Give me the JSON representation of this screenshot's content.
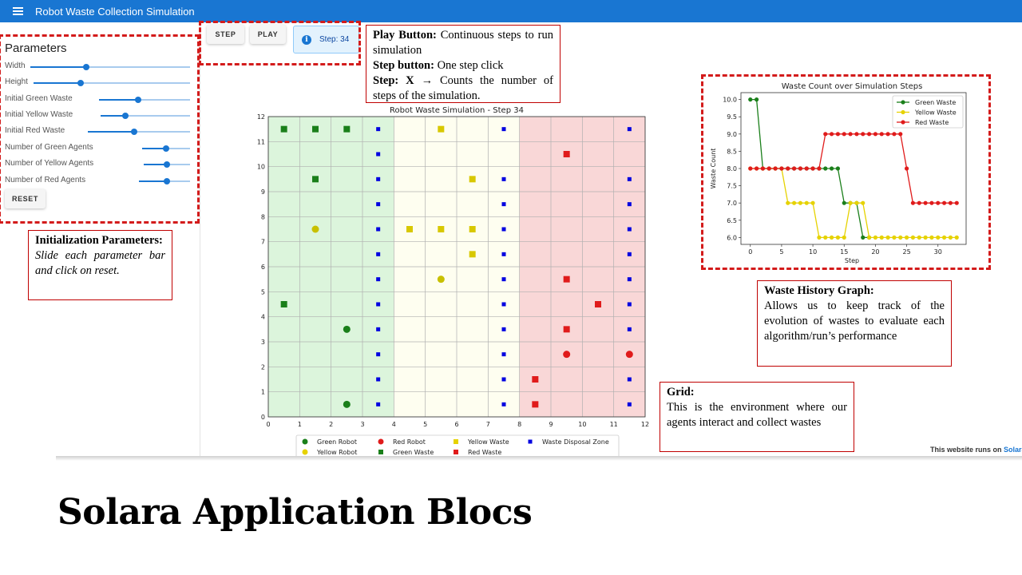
{
  "app": {
    "title": "Robot Waste Collection Simulation"
  },
  "parameters": {
    "title": "Parameters",
    "sliders": [
      {
        "label": "Width",
        "value": 0.35
      },
      {
        "label": "Height",
        "value": 0.3
      },
      {
        "label": "Initial Green Waste",
        "value": 0.43
      },
      {
        "label": "Initial Yellow Waste",
        "value": 0.28
      },
      {
        "label": "Initial Red Waste",
        "value": 0.45
      },
      {
        "label": "Number of Green Agents",
        "value": 0.5
      },
      {
        "label": "Number of Yellow Agents",
        "value": 0.5
      },
      {
        "label": "Number of Red Agents",
        "value": 0.55
      }
    ],
    "reset_label": "RESET"
  },
  "controls": {
    "step_label": "STEP",
    "play_label": "PLAY",
    "step_info": "Step: 34"
  },
  "notes": {
    "play": {
      "play_title": "Play Button:",
      "play_text": "Continuous steps to run simulation",
      "step_title": "Step button:",
      "step_text": "One step click",
      "counter_title": "Step: X",
      "counter_text": "→ Counts the number of steps of the simulation."
    },
    "init": {
      "title": "Initialization Parameters:",
      "text": "Slide each parameter bar and click on reset."
    },
    "history": {
      "title": "Waste History Graph:",
      "text": "Allows us to keep track of the evolution of wastes to evaluate each algorithm/run’s performance"
    },
    "grid": {
      "title": "Grid:",
      "text": "This is the environment where our agents interact and collect wastes"
    }
  },
  "grid_plot": {
    "title": "Robot Waste Simulation - Step 34",
    "xlim": [
      0,
      12
    ],
    "ylim": [
      0,
      12
    ],
    "ticks": [
      0,
      1,
      2,
      3,
      4,
      5,
      6,
      7,
      8,
      9,
      10,
      11,
      12
    ],
    "zones": [
      {
        "x0": 0,
        "x1": 4,
        "color": "#dcf5dc"
      },
      {
        "x0": 4,
        "x1": 8,
        "color": "#fefef0"
      },
      {
        "x0": 8,
        "x1": 12,
        "color": "#f9d7d7"
      }
    ],
    "legend": [
      "Green Robot",
      "Red Robot",
      "Yellow Waste",
      "Waste Disposal Zone",
      "Yellow Robot",
      "Green Waste",
      "Red Waste"
    ],
    "green_waste": [
      [
        0.5,
        11.5
      ],
      [
        1.5,
        11.5
      ],
      [
        2.5,
        11.5
      ],
      [
        1.5,
        9.5
      ],
      [
        0.5,
        4.5
      ]
    ],
    "yellow_waste": [
      [
        5.5,
        11.5
      ],
      [
        6.5,
        9.5
      ],
      [
        4.5,
        7.5
      ],
      [
        5.5,
        7.5
      ],
      [
        6.5,
        7.5
      ],
      [
        6.5,
        6.5
      ]
    ],
    "red_waste": [
      [
        9.5,
        10.5
      ],
      [
        9.5,
        5.5
      ],
      [
        10.5,
        4.5
      ],
      [
        9.5,
        3.5
      ],
      [
        8.5,
        1.5
      ],
      [
        8.5,
        0.5
      ]
    ],
    "disposal": [
      [
        3.5,
        11.5
      ],
      [
        3.5,
        10.5
      ],
      [
        3.5,
        9.5
      ],
      [
        3.5,
        8.5
      ],
      [
        3.5,
        7.5
      ],
      [
        3.5,
        6.5
      ],
      [
        3.5,
        5.5
      ],
      [
        3.5,
        4.5
      ],
      [
        3.5,
        3.5
      ],
      [
        3.5,
        2.5
      ],
      [
        3.5,
        1.5
      ],
      [
        3.5,
        0.5
      ],
      [
        7.5,
        11.5
      ],
      [
        7.5,
        9.5
      ],
      [
        7.5,
        8.5
      ],
      [
        7.5,
        7.5
      ],
      [
        7.5,
        6.5
      ],
      [
        7.5,
        5.5
      ],
      [
        7.5,
        4.5
      ],
      [
        7.5,
        3.5
      ],
      [
        7.5,
        2.5
      ],
      [
        7.5,
        1.5
      ],
      [
        7.5,
        0.5
      ],
      [
        11.5,
        11.5
      ],
      [
        11.5,
        9.5
      ],
      [
        11.5,
        8.5
      ],
      [
        11.5,
        7.5
      ],
      [
        11.5,
        6.5
      ],
      [
        11.5,
        5.5
      ],
      [
        11.5,
        4.5
      ],
      [
        11.5,
        3.5
      ],
      [
        11.5,
        2.5
      ],
      [
        11.5,
        1.5
      ],
      [
        11.5,
        0.5
      ]
    ],
    "green_robots": [
      [
        2.5,
        3.5
      ],
      [
        2.5,
        0.5
      ]
    ],
    "yellow_robots": [
      [
        1.5,
        7.5
      ],
      [
        5.5,
        5.5
      ]
    ],
    "red_robots": [
      [
        9.5,
        2.5
      ],
      [
        11.5,
        2.5
      ]
    ]
  },
  "chart_data": {
    "type": "line",
    "title": "Waste Count over Simulation Steps",
    "xlabel": "Step",
    "ylabel": "Waste Count",
    "xlim": [
      -1.5,
      34.5
    ],
    "ylim": [
      5.8,
      10.2
    ],
    "xticks": [
      0,
      5,
      10,
      15,
      20,
      25,
      30
    ],
    "yticks": [
      6.0,
      6.5,
      7.0,
      7.5,
      8.0,
      8.5,
      9.0,
      9.5,
      10.0
    ],
    "legend_position": "top-right",
    "x": [
      0,
      1,
      2,
      3,
      4,
      5,
      6,
      7,
      8,
      9,
      10,
      11,
      12,
      13,
      14,
      15,
      16,
      17,
      18,
      19,
      20,
      21,
      22,
      23,
      24,
      25,
      26,
      27,
      28,
      29,
      30,
      31,
      32,
      33
    ],
    "series": [
      {
        "name": "Green Waste",
        "color": "#1a7f1a",
        "values": [
          10,
          10,
          8,
          8,
          8,
          8,
          8,
          8,
          8,
          8,
          8,
          8,
          8,
          8,
          8,
          7,
          7,
          7,
          6,
          6,
          null,
          null,
          null,
          null,
          null,
          null,
          null,
          null,
          null,
          null,
          null,
          null,
          null,
          null
        ]
      },
      {
        "name": "Yellow Waste",
        "color": "#e6d200",
        "values": [
          8,
          8,
          8,
          8,
          8,
          8,
          7,
          7,
          7,
          7,
          7,
          6,
          6,
          6,
          6,
          6,
          7,
          7,
          7,
          6,
          6,
          6,
          6,
          6,
          6,
          6,
          6,
          6,
          6,
          6,
          6,
          6,
          6,
          6
        ]
      },
      {
        "name": "Red Waste",
        "color": "#e01b1b",
        "values": [
          8,
          8,
          8,
          8,
          8,
          8,
          8,
          8,
          8,
          8,
          8,
          8,
          9,
          9,
          9,
          9,
          9,
          9,
          9,
          9,
          9,
          9,
          9,
          9,
          9,
          8,
          7,
          7,
          7,
          7,
          7,
          7,
          7,
          7
        ]
      }
    ]
  },
  "footer": {
    "prefix": "This website runs on",
    "brand": "Solara"
  },
  "slide": {
    "title": "Solara Application Blocs"
  }
}
